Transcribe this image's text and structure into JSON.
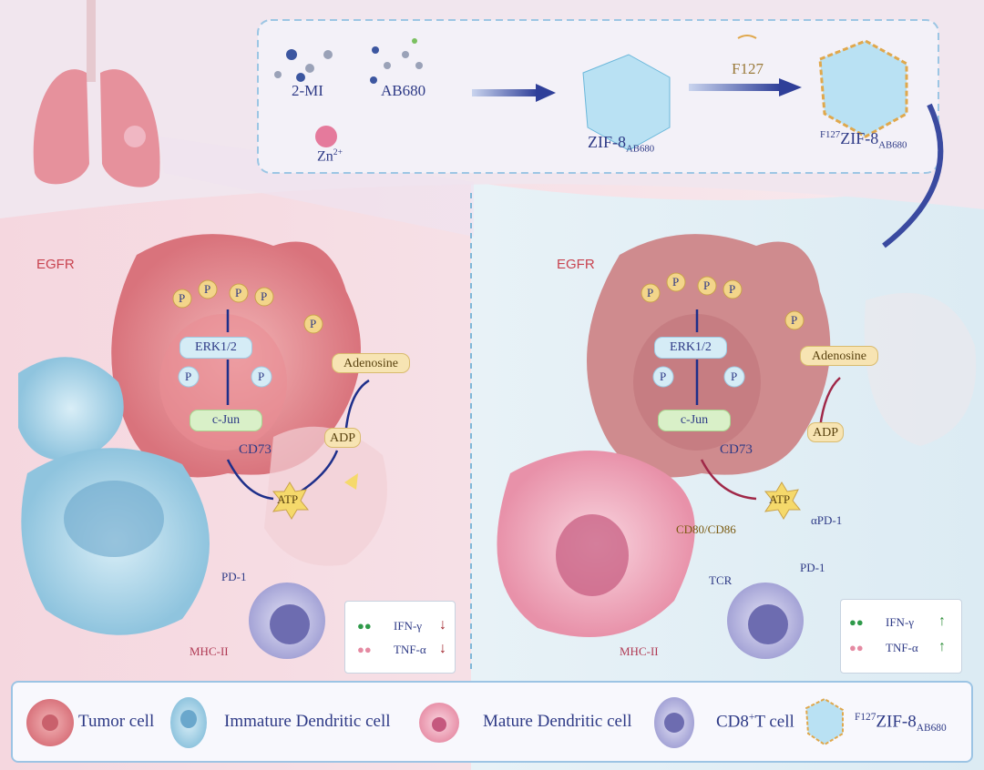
{
  "synthesis": {
    "reagent_1": "2-MI",
    "reagent_2": "AB680",
    "reagent_3": "Zn",
    "reagent_3_charge": "2+",
    "intermediate": "ZIF-8",
    "intermediate_sub": "AB680",
    "coating": "F127",
    "product_sup": "F127",
    "product": "ZIF-8",
    "product_sub": "AB680"
  },
  "left_panel": {
    "receptor": "EGFR",
    "phospho": "P",
    "kinase": "ERK1/2",
    "tf": "c-Jun",
    "enzyme": "CD73",
    "adenosine": "Adenosine",
    "adp": "ADP",
    "atp": "ATP",
    "pd1": "PD-1",
    "mhc": "MHC-II",
    "cytokines": [
      {
        "name": "IFN-γ",
        "trend": "↓"
      },
      {
        "name": "TNF-α",
        "trend": "↓"
      }
    ]
  },
  "right_panel": {
    "receptor": "EGFR",
    "phospho": "P",
    "kinase": "ERK1/2",
    "tf": "c-Jun",
    "enzyme": "CD73",
    "adenosine": "Adenosine",
    "adp": "ADP",
    "atp": "ATP",
    "costim": "CD80/CD86",
    "antibody": "αPD-1",
    "tcr": "TCR",
    "pd1": "PD-1",
    "mhc": "MHC-II",
    "cytokines": [
      {
        "name": "IFN-γ",
        "trend": "↑"
      },
      {
        "name": "TNF-α",
        "trend": "↑"
      }
    ]
  },
  "legend": {
    "tumor": "Tumor cell",
    "idc": "Immature Dendritic cell",
    "mdc": "Mature Dendritic cell",
    "tcell_pre": "CD8",
    "tcell_sup": "+",
    "tcell_post": "T cell",
    "np_sup": "F127",
    "np": "ZIF-8",
    "np_sub": "AB680"
  },
  "colors": {
    "left_bg": "#f7dfe5",
    "right_bg": "#e2eef5",
    "text": "#2e3a86",
    "egfr": "#c8434f"
  }
}
